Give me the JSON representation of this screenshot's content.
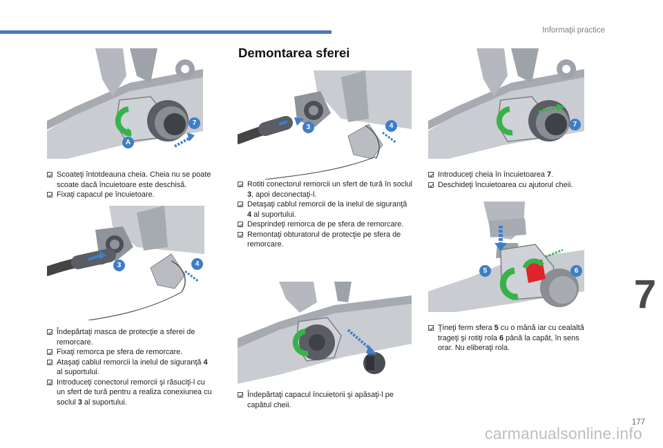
{
  "header": {
    "section": "Informaţii practice",
    "chapter": "7"
  },
  "page": {
    "number": "177",
    "watermark": "carmanualsonline.info"
  },
  "column2": {
    "heading": "Demontarea sferei"
  },
  "figures": {
    "fig1": {
      "callouts": [
        "7",
        "A"
      ]
    },
    "fig2": {
      "callouts": [
        "3",
        "4"
      ]
    },
    "fig3": {
      "callouts": [
        "3",
        "4"
      ]
    },
    "fig4": {
      "callouts": []
    },
    "fig5": {
      "callouts": [
        "7"
      ]
    },
    "fig6": {
      "callouts": [
        "5",
        "6"
      ]
    }
  },
  "text1": {
    "b1": "Scoateţi întotdeauna cheia. Cheia nu se poate scoate dacă încuietoare este deschisă.",
    "b2": "Fixaţi capacul pe încuietoare."
  },
  "text2": {
    "b1": "Îndepărtaţi masca de protecţie a sferei de remorcare.",
    "b2": "Fixaţi remorca pe sfera de remorcare.",
    "b3_pre": "Ataşaţi cablul remorcii la inelul de siguranţă ",
    "b3_ref": "4",
    "b3_post": " al suportului.",
    "b4_pre": "Introduceţi conectorul remorcii şi răsuciţi-l cu un sfert de tură pentru a realiza conexiunea cu soclul ",
    "b4_ref": "3",
    "b4_post": " al suportului."
  },
  "text3": {
    "b1_pre": "Rotiti conectorul remorcii un sfert de tură în soclul ",
    "b1_ref": "3",
    "b1_post": ", apoi deconectaţi-l.",
    "b2_pre": "Detaşaţi cablul remorcii de la inelul de siguranţă ",
    "b2_ref": "4",
    "b2_post": " al suportului.",
    "b3": "Desprindeţi remorca de pe sfera de remorcare.",
    "b4": "Remontaţi obturatorul de protecţie pe sfera de remorcare."
  },
  "text4": {
    "b1": "Îndepărtaţi capacul încuietorii şi apăsaţi-l pe capătul cheii."
  },
  "text5": {
    "b1_pre": "Introduceţi cheia în încuietoarea ",
    "b1_ref": "7",
    "b1_post": ".",
    "b2": "Deschideţi încuietoarea cu ajutorul cheii."
  },
  "text6": {
    "b1_pre": "Ţineţi ferm sfera ",
    "b1_ref": "5",
    "b1_mid": " cu o mână iar cu cealaltă trageţi şi rotiţi rola ",
    "b1_ref2": "6",
    "b1_post": " până la capăt, în sens orar. Nu eliberaţi rola."
  },
  "colors": {
    "accent": "#4c78c0",
    "callout": "#3f7ec6",
    "green": "#37b24a",
    "red": "#e0242d",
    "metal": "#b9bcc1"
  }
}
